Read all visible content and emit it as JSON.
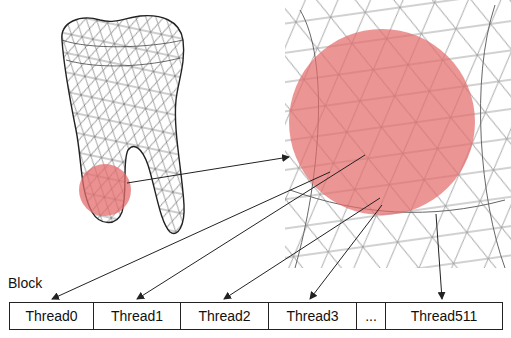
{
  "diagram": {
    "nodes": [
      {
        "text": [
          "Block"
        ]
      },
      {
        "text": [
          "Thread0"
        ],
        "in": 0
      },
      {
        "text": [
          "Thread1"
        ],
        "in": 0
      },
      {
        "text": [
          "Thread2"
        ],
        "in": 0
      },
      {
        "text": [
          "Thread3"
        ],
        "in": 0
      },
      {
        "text": [
          "..."
        ],
        "in": 0
      },
      {
        "text": [
          "Thread511"
        ],
        "in": 0
      }
    ]
  }
}
